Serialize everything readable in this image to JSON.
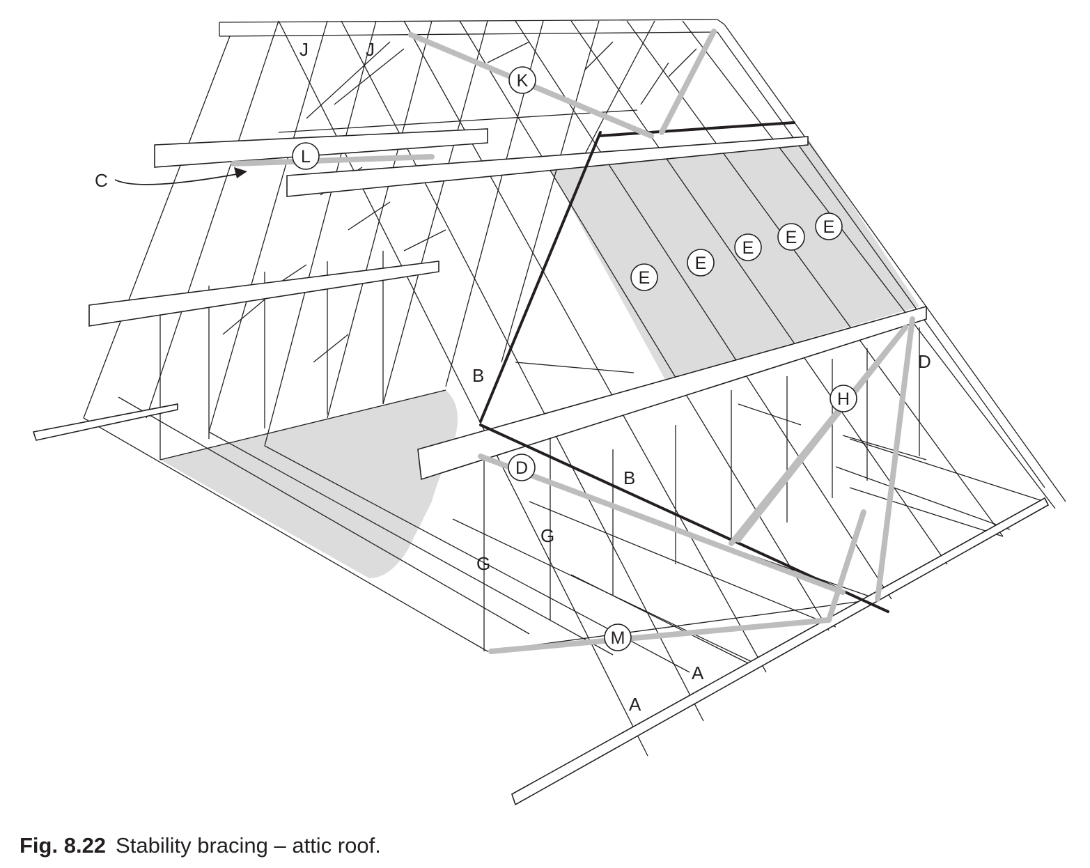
{
  "caption": {
    "number": "Fig. 8.22",
    "text": "Stability bracing – attic roof."
  },
  "labels": {
    "plain": [
      "J",
      "J",
      "C",
      "B",
      "B",
      "G",
      "G",
      "A",
      "A",
      "D"
    ],
    "circled": [
      "K",
      "L",
      "E",
      "E",
      "E",
      "E",
      "E",
      "D",
      "H",
      "M"
    ]
  },
  "colors": {
    "line": "#231f20",
    "shade": "#dcdcdc",
    "brace": "#cfcfcf"
  }
}
